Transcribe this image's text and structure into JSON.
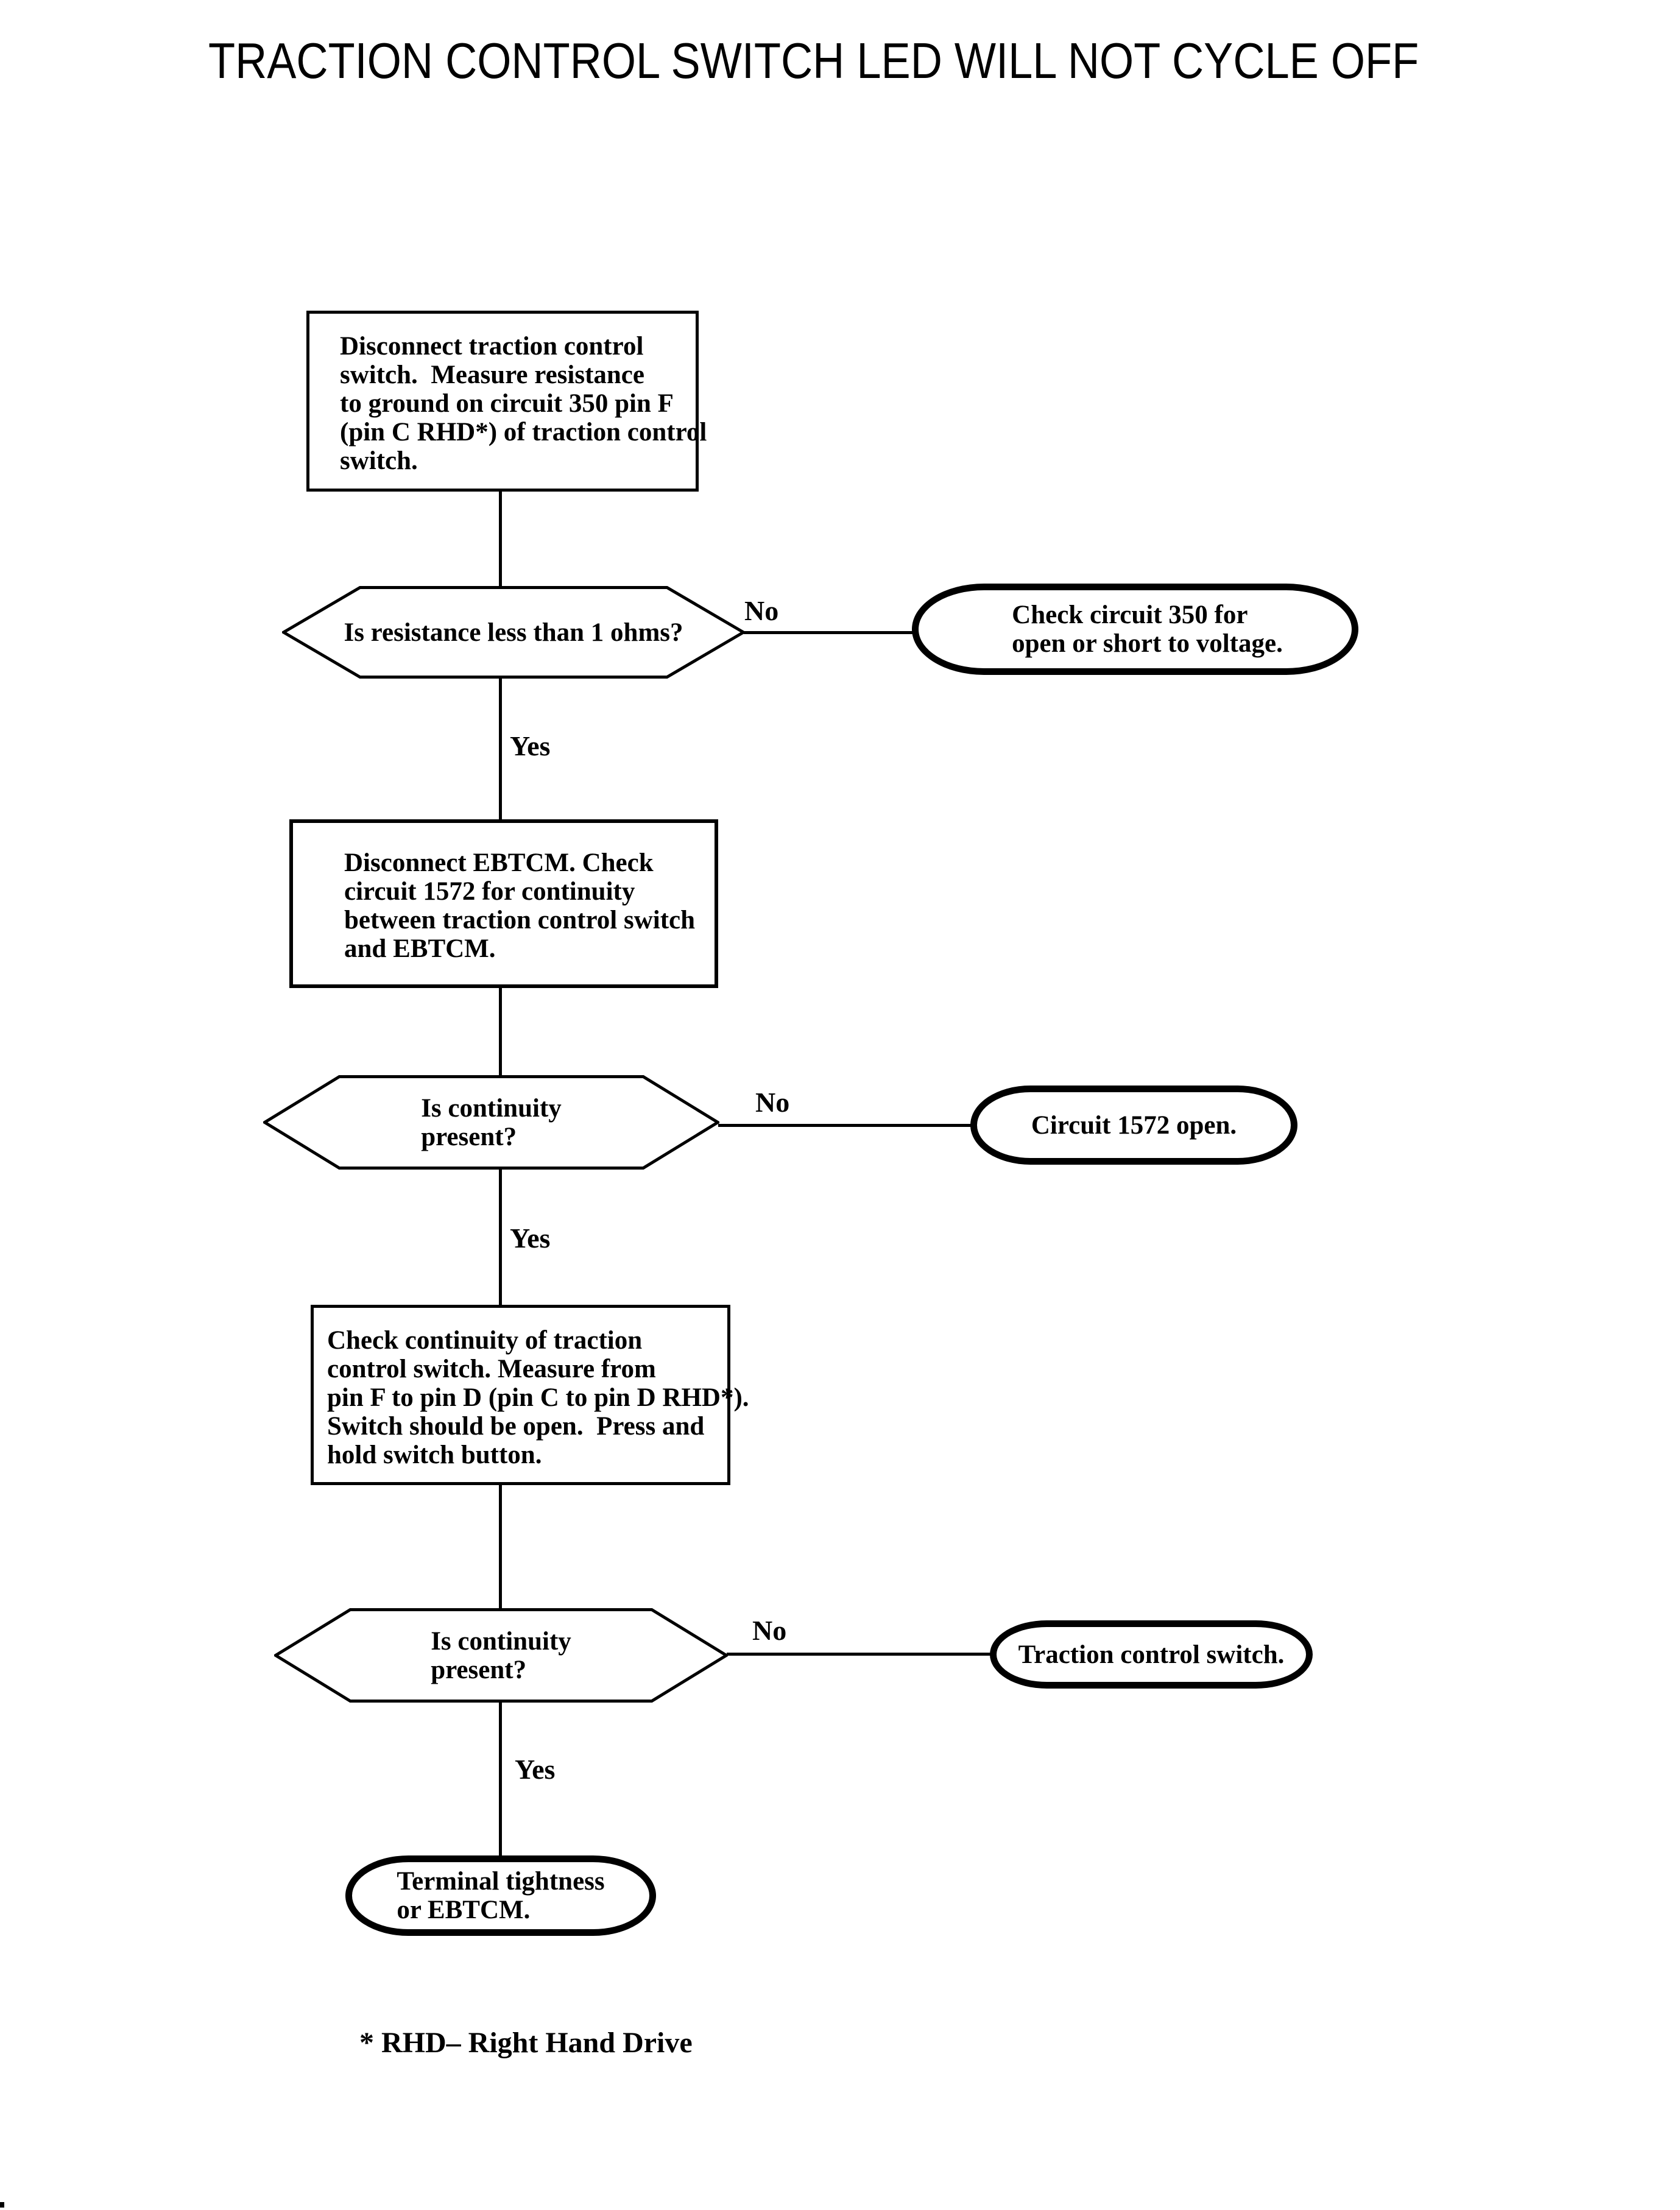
{
  "title": "TRACTION CONTROL SWITCH LED WILL NOT CYCLE OFF",
  "labels": {
    "yes": "Yes",
    "no": "No"
  },
  "nodes": {
    "step1": "Disconnect traction control\nswitch.  Measure resistance\nto ground on circuit 350 pin F\n(pin C RHD*) of traction control\nswitch.",
    "decision1": "Is resistance less than 1 ohms?",
    "result1": "Check circuit 350 for\nopen or short to voltage.",
    "step2": "Disconnect EBTCM. Check\ncircuit 1572 for continuity\nbetween traction control switch\nand EBTCM.",
    "decision2": "Is continuity\npresent?",
    "result2": "Circuit 1572 open.",
    "step3": "Check continuity of traction\ncontrol switch. Measure from\npin F to pin D (pin C to pin D RHD*).\nSwitch should be open.  Press and\nhold switch button.",
    "decision3": "Is continuity\npresent?",
    "result3": "Traction control switch.",
    "result4": "Terminal tightness\nor EBTCM."
  },
  "footnote": "* RHD– Right Hand Drive",
  "colors": {
    "ink": "#000000",
    "paper": "#ffffff"
  }
}
